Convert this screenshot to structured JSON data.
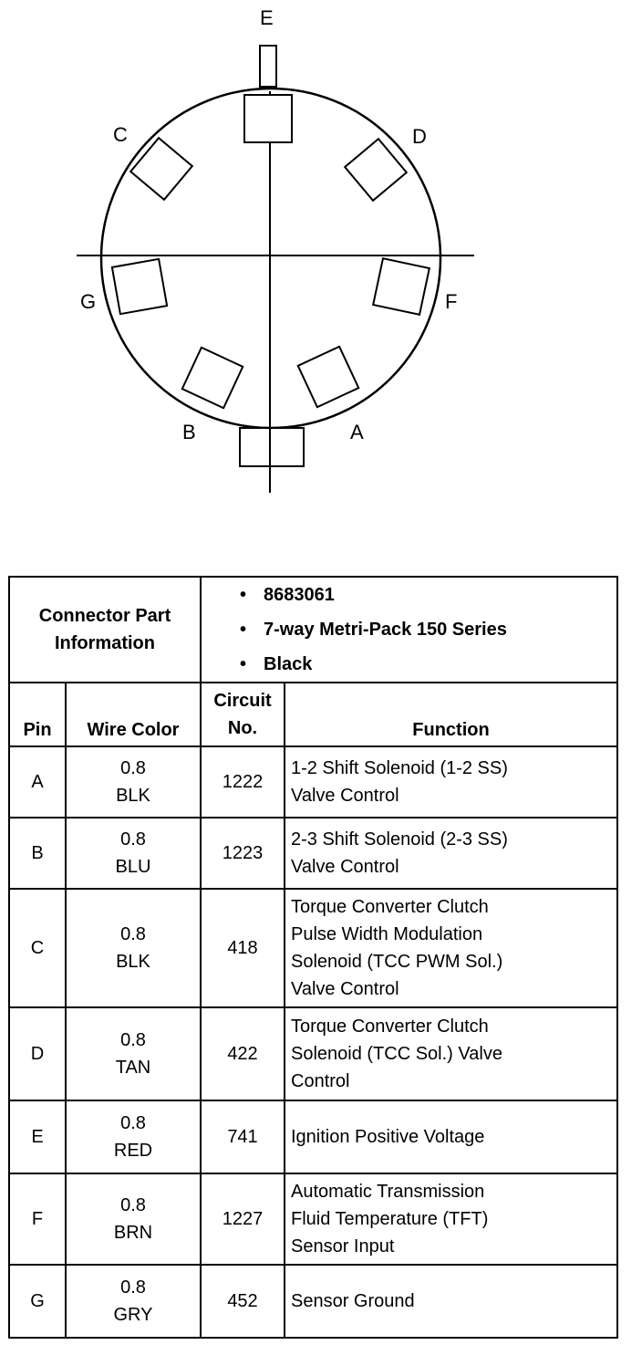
{
  "diagram": {
    "pin_labels": {
      "A": "A",
      "B": "B",
      "C": "C",
      "D": "D",
      "E": "E",
      "F": "F",
      "G": "G"
    }
  },
  "table": {
    "info_label": [
      "Connector Part",
      "Information"
    ],
    "info_items": [
      "8683061",
      "7-way Metri-Pack 150 Series",
      "Black"
    ],
    "headers": {
      "pin": "Pin",
      "wire_color": "Wire Color",
      "circuit_no": [
        "Circuit",
        "No."
      ],
      "function": "Function"
    },
    "rows": [
      {
        "pin": "A",
        "gauge": "0.8",
        "color": "BLK",
        "circuit": "1222",
        "function": [
          "1-2 Shift Solenoid (1-2 SS)",
          "Valve Control"
        ]
      },
      {
        "pin": "B",
        "gauge": "0.8",
        "color": "BLU",
        "circuit": "1223",
        "function": [
          "2-3 Shift Solenoid (2-3 SS)",
          "Valve Control"
        ]
      },
      {
        "pin": "C",
        "gauge": "0.8",
        "color": "BLK",
        "circuit": "418",
        "function": [
          "Torque Converter Clutch",
          "Pulse Width Modulation",
          "Solenoid (TCC PWM Sol.)",
          "Valve Control"
        ]
      },
      {
        "pin": "D",
        "gauge": "0.8",
        "color": "TAN",
        "circuit": "422",
        "function": [
          "Torque Converter Clutch",
          "Solenoid (TCC Sol.) Valve",
          "Control"
        ]
      },
      {
        "pin": "E",
        "gauge": "0.8",
        "color": "RED",
        "circuit": "741",
        "function": [
          "Ignition Positive Voltage"
        ]
      },
      {
        "pin": "F",
        "gauge": "0.8",
        "color": "BRN",
        "circuit": "1227",
        "function": [
          "Automatic Transmission",
          "Fluid Temperature (TFT)",
          "Sensor Input"
        ]
      },
      {
        "pin": "G",
        "gauge": "0.8",
        "color": "GRY",
        "circuit": "452",
        "function": [
          "Sensor Ground"
        ]
      }
    ]
  }
}
